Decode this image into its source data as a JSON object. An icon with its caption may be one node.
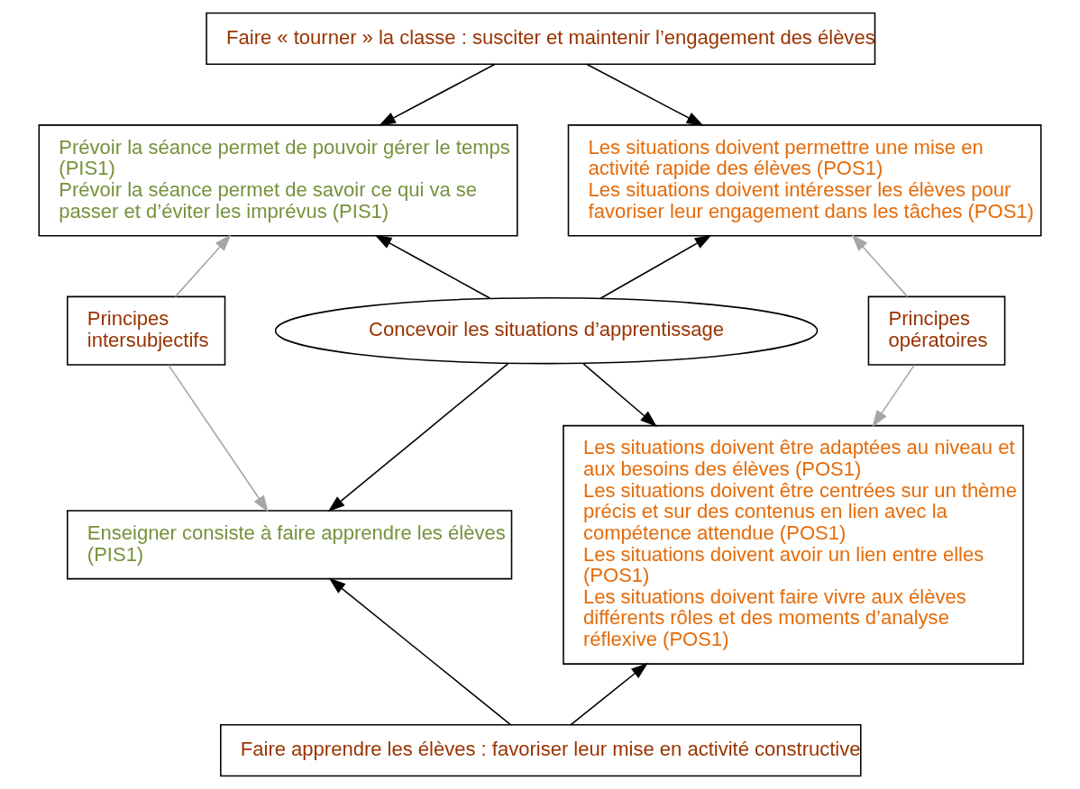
{
  "diagram": {
    "nodes": [
      {
        "text": [
          "Faire « tourner » la classe : susciter et maintenir l’engagement des élèves"
        ]
      },
      {
        "text": [
          "Prévoir la séance permet de pouvoir gérer le temps (PIS1)",
          "Prévoir la séance permet de savoir ce qui va se passer et d’éviter les imprévus (PIS1)"
        ]
      },
      {
        "text": [
          "Les situations doivent permettre une mise en activité rapide des élèves (POS1)",
          "Les situations doivent intéresser les élèves pour favoriser leur engagement dans les tâches (POS1)"
        ]
      },
      {
        "text": [
          "Principes intersubjectifs"
        ]
      },
      {
        "text": [
          "Concevoir les situations d’apprentissage"
        ]
      },
      {
        "text": [
          "Principes opératoires"
        ]
      },
      {
        "text": [
          "Enseigner consiste à faire apprendre les élèves (PIS1)"
        ]
      },
      {
        "text": [
          "Les situations doivent être adaptées au niveau et aux besoins des élèves (POS1)",
          "Les situations doivent être centrées sur un thème précis et sur des contenus en lien avec la compétence attendue (POS1)",
          "Les situations doivent avoir un lien entre elles (POS1)",
          "Les situations doivent faire vivre aux élèves différents rôles et des moments d’analyse réflexive (POS1)"
        ]
      },
      {
        "text": [
          "Faire apprendre les élèves : favoriser leur mise en activité constructive"
        ]
      }
    ],
    "edges": [
      {
        "from": 0,
        "to": 1,
        "arrow": "to"
      },
      {
        "from": 0,
        "to": 2,
        "arrow": "to"
      },
      {
        "from": 4,
        "to": 1,
        "arrow": "to"
      },
      {
        "from": 4,
        "to": 2,
        "arrow": "to"
      },
      {
        "from": 4,
        "to": 6,
        "arrow": "to"
      },
      {
        "from": 4,
        "to": 7,
        "arrow": "to"
      },
      {
        "from": 3,
        "to": 1,
        "arrow": "to",
        "color": "#a6a6a6"
      },
      {
        "from": 3,
        "to": 6,
        "arrow": "to",
        "color": "#a6a6a6"
      },
      {
        "from": 5,
        "to": 2,
        "arrow": "to",
        "color": "#a6a6a6"
      },
      {
        "from": 5,
        "to": 7,
        "arrow": "to",
        "color": "#a6a6a6"
      },
      {
        "from": 8,
        "to": 6,
        "arrow": "to"
      },
      {
        "from": 8,
        "to": 7,
        "arrow": "to"
      }
    ]
  }
}
